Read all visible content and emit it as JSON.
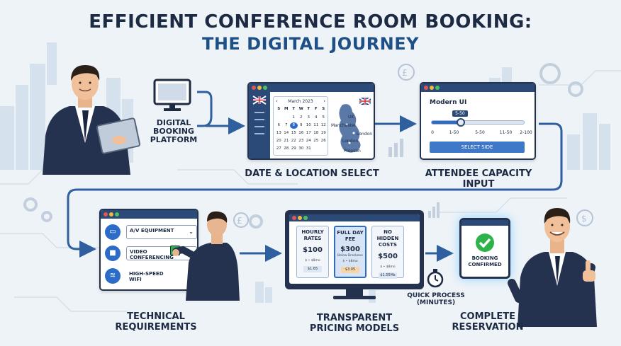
{
  "title": {
    "line1": "EFFICIENT CONFERENCE ROOM BOOKING:",
    "line2": "THE DIGITAL JOURNEY"
  },
  "steps": {
    "platform": {
      "label_lines": [
        "DIGITAL",
        "BOOKING",
        "PLATFORM"
      ]
    },
    "date_location": {
      "caption": "DATE & LOCATION SELECT",
      "calendar": {
        "month": "March 2023",
        "weekdays": [
          "S",
          "M",
          "T",
          "W",
          "T",
          "F",
          "S"
        ],
        "rows": [
          [
            "",
            "",
            "1",
            "2",
            "3",
            "4",
            "5"
          ],
          [
            "6",
            "7",
            "8",
            "9",
            "10",
            "11",
            "12"
          ],
          [
            "13",
            "14",
            "15",
            "16",
            "17",
            "18",
            "19"
          ],
          [
            "20",
            "21",
            "22",
            "23",
            "24",
            "25",
            "26"
          ],
          [
            "27",
            "28",
            "29",
            "30",
            "31",
            "",
            ""
          ]
        ],
        "selected": "8",
        "prev": "‹",
        "next": "›"
      },
      "map": {
        "labels": [
          "UK",
          "Manchester",
          "London",
          "London",
          "Preeson"
        ]
      }
    },
    "capacity": {
      "caption": "ATTENDEE CAPACITY INPUT",
      "heading": "Modern UI",
      "bubble": "5-50",
      "slider_value": 0.31,
      "ticks": [
        "0",
        "1-50",
        "5-50",
        "11-50",
        "2-100"
      ],
      "button": "SELECT SIDE"
    },
    "requirements": {
      "caption_lines": [
        "TECHNICAL",
        "REQUIREMENTS"
      ],
      "items": [
        {
          "icon": "monitor-icon",
          "label_lines": [
            "A/V EQUIPMENT"
          ]
        },
        {
          "icon": "video-camera-icon",
          "label_lines": [
            "VIDEO",
            "CONFERENCING"
          ]
        },
        {
          "icon": "wifi-icon",
          "label_lines": [
            "HIGH-SPEED",
            "WIFI"
          ]
        }
      ],
      "chevron": "⌄"
    },
    "pricing": {
      "caption_lines": [
        "TRANSPARENT",
        "PRICING MODELS"
      ],
      "cards": [
        {
          "header_lines": [
            "HOURLY",
            "RATES"
          ],
          "price": "$100",
          "note": "",
          "line": "$ • $8mo",
          "button": "$1.65"
        },
        {
          "header_lines": [
            "FULL DAY",
            "FEE"
          ],
          "price": "$300",
          "note": "Below Brackeee",
          "line": "$ • $8mo",
          "button": "$3.05"
        },
        {
          "header_lines": [
            "NO HIDDEN",
            "COSTS"
          ],
          "price": "$500",
          "note": "",
          "line": "$ • $8mo",
          "button": "$1.05Ms"
        }
      ]
    },
    "quick": {
      "label_lines": [
        "QUICK PROCESS",
        "(MINUTES)"
      ]
    },
    "complete": {
      "caption_lines": [
        "COMPLETE",
        "RESERVATION"
      ],
      "confirm_lines": [
        "BOOKING",
        "CONFIRMED"
      ]
    }
  },
  "colors": {
    "navy": "#1d2a44",
    "accent_blue": "#1e4f86",
    "arrow": "#2f5f9e",
    "ui_blue": "#2c6cc8",
    "confirm_green": "#2eb34a"
  }
}
